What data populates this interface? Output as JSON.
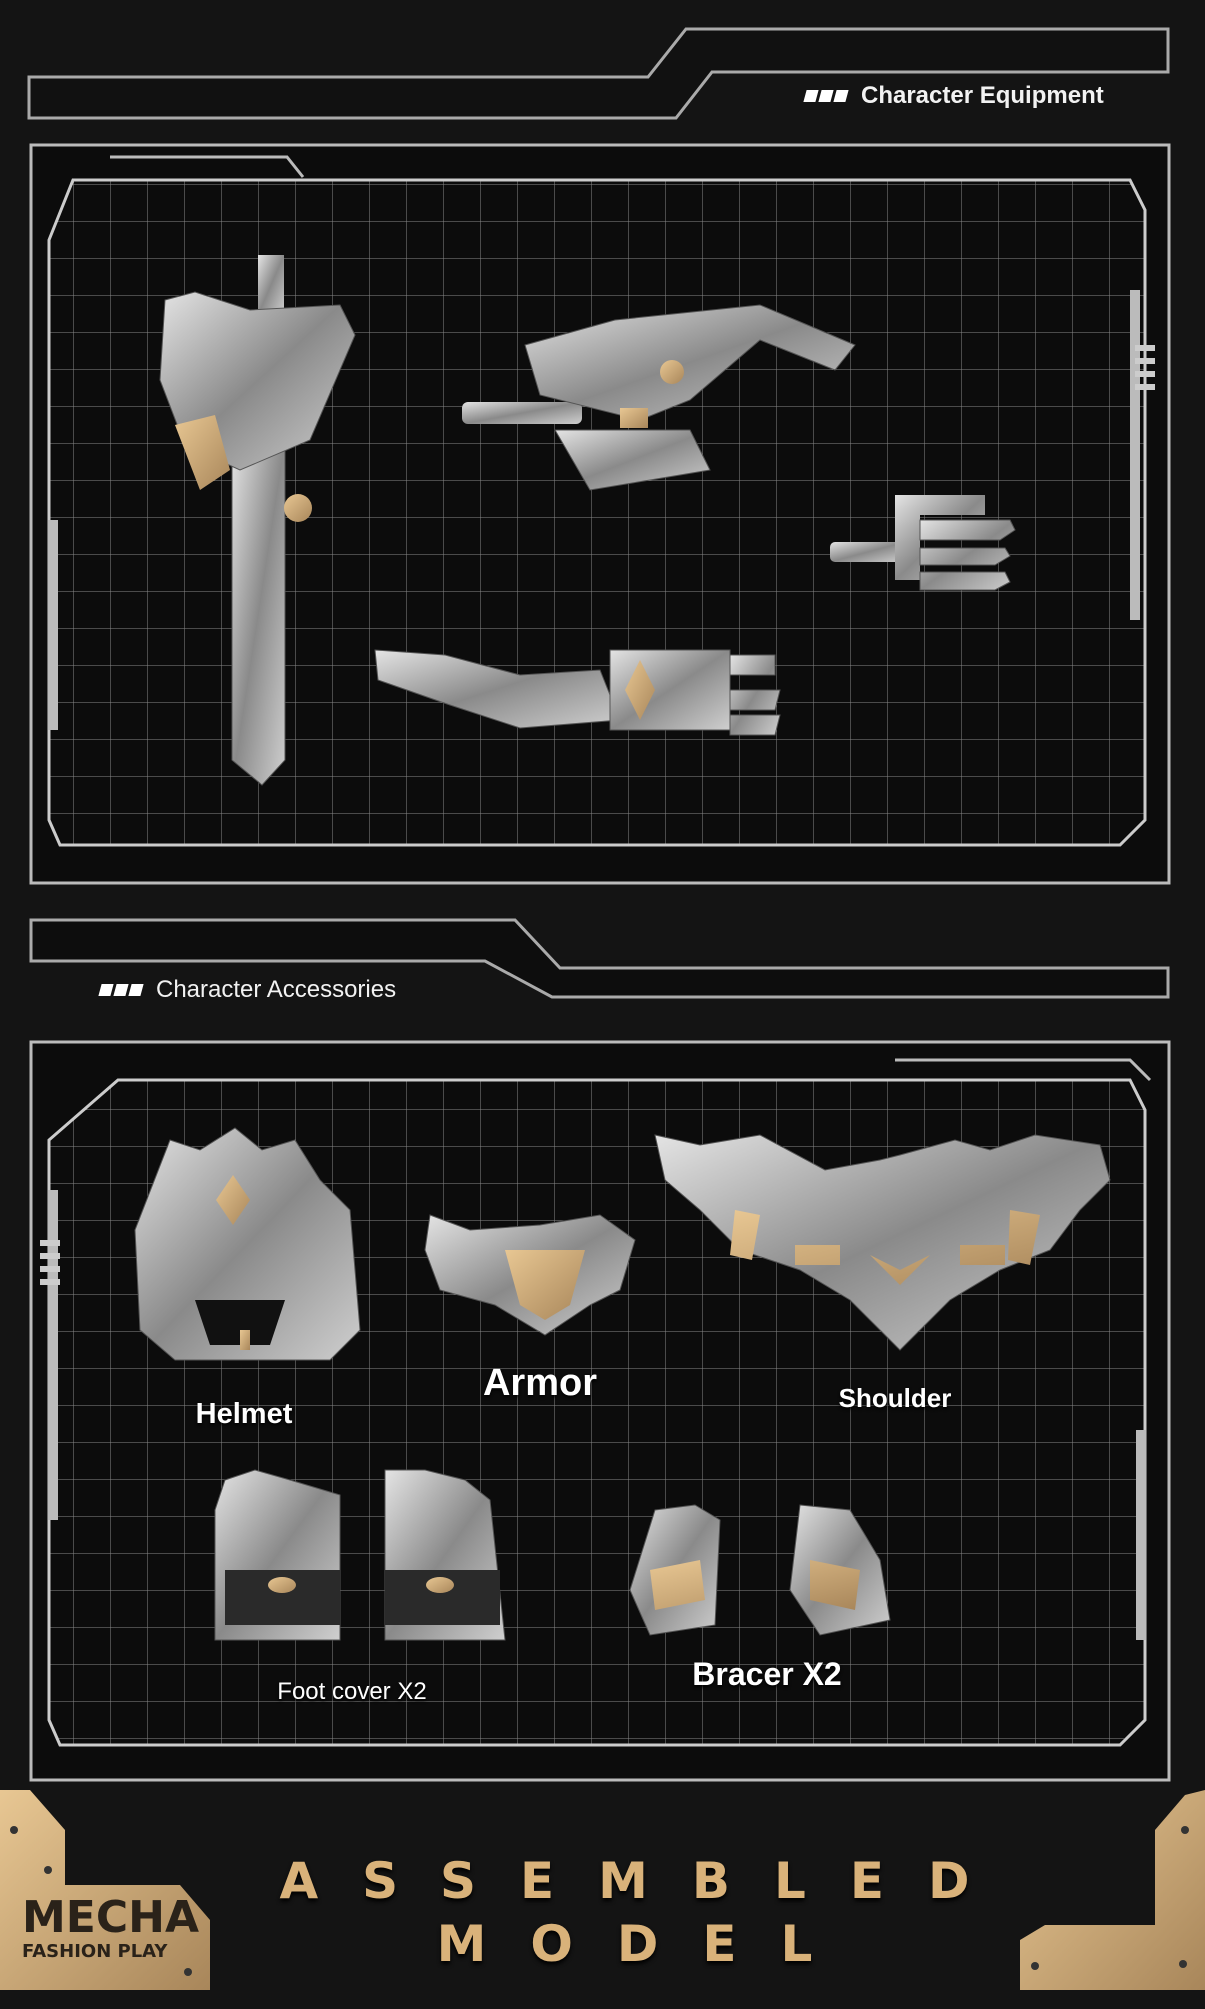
{
  "sections": {
    "equipment": {
      "title": "Character Equipment"
    },
    "accessories": {
      "title": "Character Accessories",
      "items": [
        {
          "label": "Helmet"
        },
        {
          "label": "Armor"
        },
        {
          "label": "Shoulder"
        },
        {
          "label": "Foot cover X2"
        },
        {
          "label": "Bracer X2"
        }
      ]
    }
  },
  "footer": {
    "headline_1": "ASSEMBLED",
    "headline_2": "MODEL",
    "logo_main": "MECHA",
    "logo_sub": "FASHION PLAY"
  },
  "colors": {
    "gold": "#d9b27a",
    "frame": "#bdbdbd",
    "background": "#141414"
  }
}
